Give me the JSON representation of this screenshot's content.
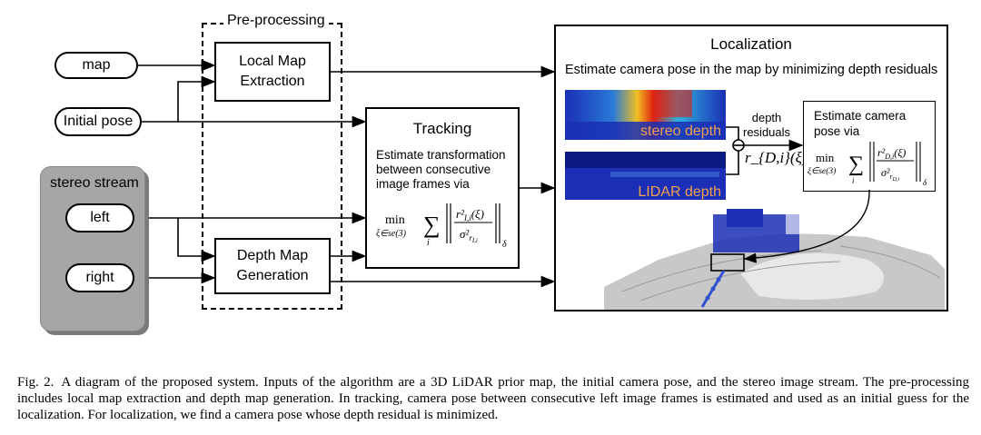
{
  "diagram": {
    "preprocessing_label": "Pre-processing",
    "map_label": "map",
    "initial_pose_label": "Initial pose",
    "stereo_stream_label": "stereo stream",
    "left_label": "left",
    "right_label": "right",
    "local_map_line1": "Local Map",
    "local_map_line2": "Extraction",
    "depth_map_line1": "Depth Map",
    "depth_map_line2": "Generation",
    "tracking_title": "Tracking",
    "tracking_desc_line1": "Estimate transformation",
    "tracking_desc_line2": "between consecutive",
    "tracking_desc_line3": "image frames via",
    "localization_title": "Localization",
    "localization_desc": "Estimate camera pose in the map by minimizing depth residuals",
    "stereo_depth_label": "stereo depth",
    "lidar_depth_label": "LIDAR depth",
    "depth_residuals_line1": "depth",
    "depth_residuals_line2": "residuals",
    "residual_symbol": "r_{D,i}(ξ)",
    "estimate_pose_line1": "Estimate camera",
    "estimate_pose_line2": "pose via"
  },
  "caption": {
    "figure_number": "Fig. 2.",
    "text": "A diagram of the proposed system. Inputs of the algorithm are a 3D LiDAR prior map, the initial camera pose, and the stereo image stream. The pre-processing includes local map extraction and depth map generation. In tracking, camera pose between consecutive left image frames is estimated and used as an initial guess for the localization. For localization, we find a camera pose whose depth residual is minimized."
  },
  "colors": {
    "stereo_stream_fill": "#a6a6a6",
    "depth_image_blue": "#1a2fb5",
    "depth_image_red": "#e02010",
    "label_orange": "#f0a050",
    "trajectory_blue": "#3050d0"
  }
}
